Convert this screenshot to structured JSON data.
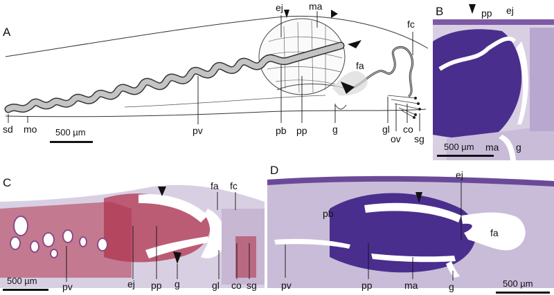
{
  "panels": {
    "a": {
      "letter": "A",
      "scale": "500 µm",
      "labels": {
        "ej": "ej",
        "ma": "ma",
        "fc": "fc",
        "fa": "fa",
        "sd": "sd",
        "mo": "mo",
        "pv": "pv",
        "pb": "pb",
        "pp": "pp",
        "g": "g",
        "gl": "gl",
        "ov": "ov",
        "co": "co",
        "sg": "sg"
      }
    },
    "b": {
      "letter": "B",
      "scale": "500 µm",
      "labels": {
        "pp": "pp",
        "ej": "ej",
        "ma": "ma",
        "g": "g"
      }
    },
    "c": {
      "letter": "C",
      "scale": "500 µm",
      "labels": {
        "fa": "fa",
        "fc": "fc",
        "pv": "pv",
        "ej": "ej",
        "pp": "pp",
        "g": "g",
        "gl": "gl",
        "co": "co",
        "sg": "sg"
      }
    },
    "d": {
      "letter": "D",
      "scale": "500 µm",
      "labels": {
        "pb": "pb",
        "ej": "ej",
        "fa": "fa",
        "pv": "pv",
        "pp": "pp",
        "ma": "ma",
        "g": "g"
      }
    }
  },
  "colors": {
    "line": "#222222",
    "duct_fill": "#c4c4c4",
    "stain_purple": "#4a2e8e",
    "stain_light": "#c9bcd9",
    "stain_red": "#b0354f",
    "tissue_pale": "#e6dde6",
    "lumen": "#ffffff"
  }
}
